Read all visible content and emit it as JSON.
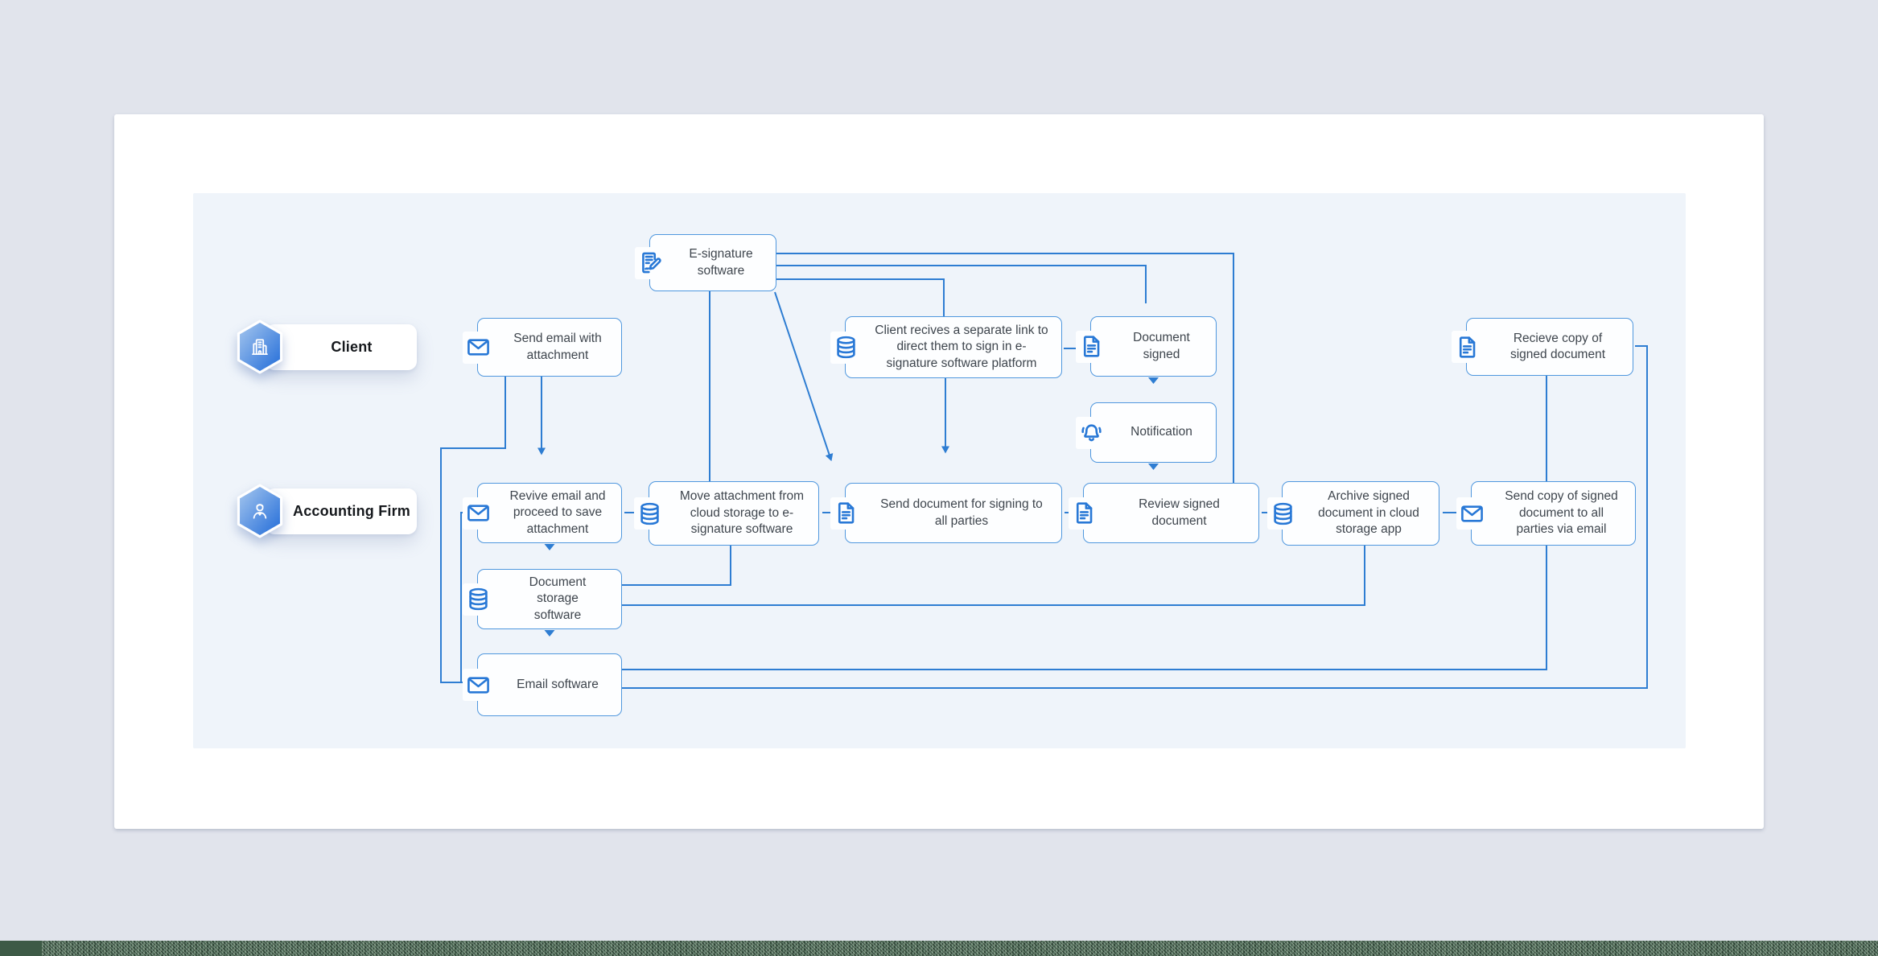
{
  "page": {
    "background": "#e1e4ec",
    "card_bg": "#ffffff",
    "panel_bg": "#eff4fa",
    "footer_green": "#4d6b54"
  },
  "palette": {
    "connector": "#2e7dd2",
    "node_border": "#4f97de",
    "icon_stroke": "#2878d6",
    "node_text": "#3e454d",
    "pill_text": "#15181c",
    "hex_gradient_start": "#a9c9ef",
    "hex_gradient_end": "#1f6ad8"
  },
  "lanes": [
    {
      "id": "client",
      "label": "Client",
      "icon": "building-icon"
    },
    {
      "id": "firm",
      "label": "Accounting Firm",
      "icon": "person-icon"
    }
  ],
  "nodes": [
    {
      "id": "esig",
      "label": "E-signature software",
      "icon": "signature-icon"
    },
    {
      "id": "send_email",
      "label": "Send email with attachment",
      "icon": "envelope-icon"
    },
    {
      "id": "client_link",
      "label": "Client recives a separate link to direct them to sign in e-signature software platform",
      "icon": "database-icon"
    },
    {
      "id": "doc_signed",
      "label": "Document signed",
      "icon": "document-icon"
    },
    {
      "id": "recieve_copy",
      "label": "Recieve copy of signed document",
      "icon": "document-icon"
    },
    {
      "id": "notification",
      "label": "Notification",
      "icon": "bell-icon"
    },
    {
      "id": "revive_email",
      "label": "Revive email and proceed to save attachment",
      "icon": "envelope-icon"
    },
    {
      "id": "move_attach",
      "label": "Move attachment from cloud storage to e-signature software",
      "icon": "database-icon"
    },
    {
      "id": "send_doc",
      "label": "Send document for signing to all parties",
      "icon": "document-icon"
    },
    {
      "id": "review_doc",
      "label": "Review signed document",
      "icon": "document-icon"
    },
    {
      "id": "archive_doc",
      "label": "Archive signed document in cloud storage app",
      "icon": "database-icon"
    },
    {
      "id": "send_copy",
      "label": "Send copy of signed document to all parties via email",
      "icon": "envelope-icon"
    },
    {
      "id": "doc_storage",
      "label": "Document storage software",
      "icon": "database-icon"
    },
    {
      "id": "email_sw",
      "label": "Email software",
      "icon": "envelope-icon"
    }
  ],
  "edges": [
    {
      "from": "esig",
      "to": "review_doc"
    },
    {
      "from": "esig",
      "to": "doc_signed"
    },
    {
      "from": "esig",
      "to": "client_link"
    },
    {
      "from": "esig",
      "to": "move_attach"
    },
    {
      "from": "esig",
      "to": "send_doc"
    },
    {
      "from": "send_email",
      "to": "revive_email"
    },
    {
      "from": "send_email",
      "to": "email_sw"
    },
    {
      "from": "email_sw",
      "to": "revive_email"
    },
    {
      "from": "client_link",
      "to": "doc_signed"
    },
    {
      "from": "client_link",
      "to": "send_doc"
    },
    {
      "from": "doc_signed",
      "to": "notification"
    },
    {
      "from": "notification",
      "to": "review_doc"
    },
    {
      "from": "revive_email",
      "to": "move_attach"
    },
    {
      "from": "revive_email",
      "to": "doc_storage"
    },
    {
      "from": "move_attach",
      "to": "send_doc"
    },
    {
      "from": "send_doc",
      "to": "review_doc"
    },
    {
      "from": "review_doc",
      "to": "archive_doc"
    },
    {
      "from": "archive_doc",
      "to": "send_copy"
    },
    {
      "from": "archive_doc",
      "to": "doc_storage"
    },
    {
      "from": "doc_storage",
      "to": "move_attach"
    },
    {
      "from": "doc_storage",
      "to": "email_sw"
    },
    {
      "from": "send_copy",
      "to": "email_sw"
    },
    {
      "from": "email_sw",
      "to": "recieve_copy"
    },
    {
      "from": "recieve_copy",
      "to": "send_copy"
    }
  ]
}
